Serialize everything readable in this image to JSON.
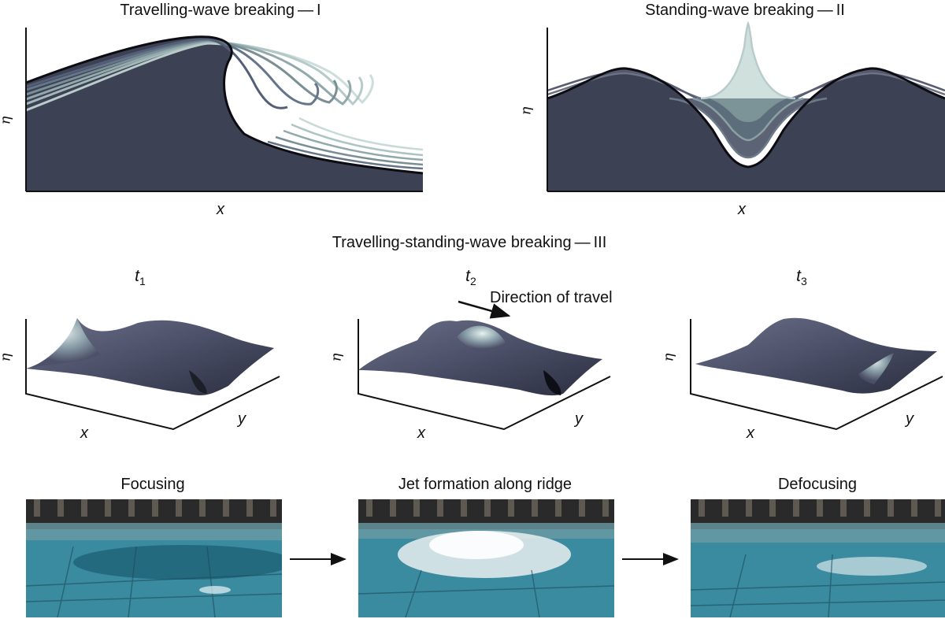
{
  "panel_I": {
    "title": "Travelling-wave breaking — I",
    "xlabel": "x",
    "ylabel": "η"
  },
  "panel_II": {
    "title": "Standing-wave breaking — II",
    "xlabel": "x",
    "ylabel": "η"
  },
  "panel_III": {
    "title": "Travelling-standing-wave breaking — III",
    "direction_label": "Direction of travel",
    "snapshots": [
      {
        "t": "t",
        "sub": "1",
        "xlabel": "x",
        "ylabel": "η",
        "zlabel": "y"
      },
      {
        "t": "t",
        "sub": "2",
        "xlabel": "x",
        "ylabel": "η",
        "zlabel": "y"
      },
      {
        "t": "t",
        "sub": "3",
        "xlabel": "x",
        "ylabel": "η",
        "zlabel": "y"
      }
    ]
  },
  "photos": [
    {
      "caption": "Focusing"
    },
    {
      "caption": "Jet formation along ridge"
    },
    {
      "caption": "Defocusing"
    }
  ],
  "colors": {
    "fluid": "#3d4154",
    "outline": "#0c0c12",
    "light": "#c6d8d6",
    "water": "#2e7d8e"
  }
}
